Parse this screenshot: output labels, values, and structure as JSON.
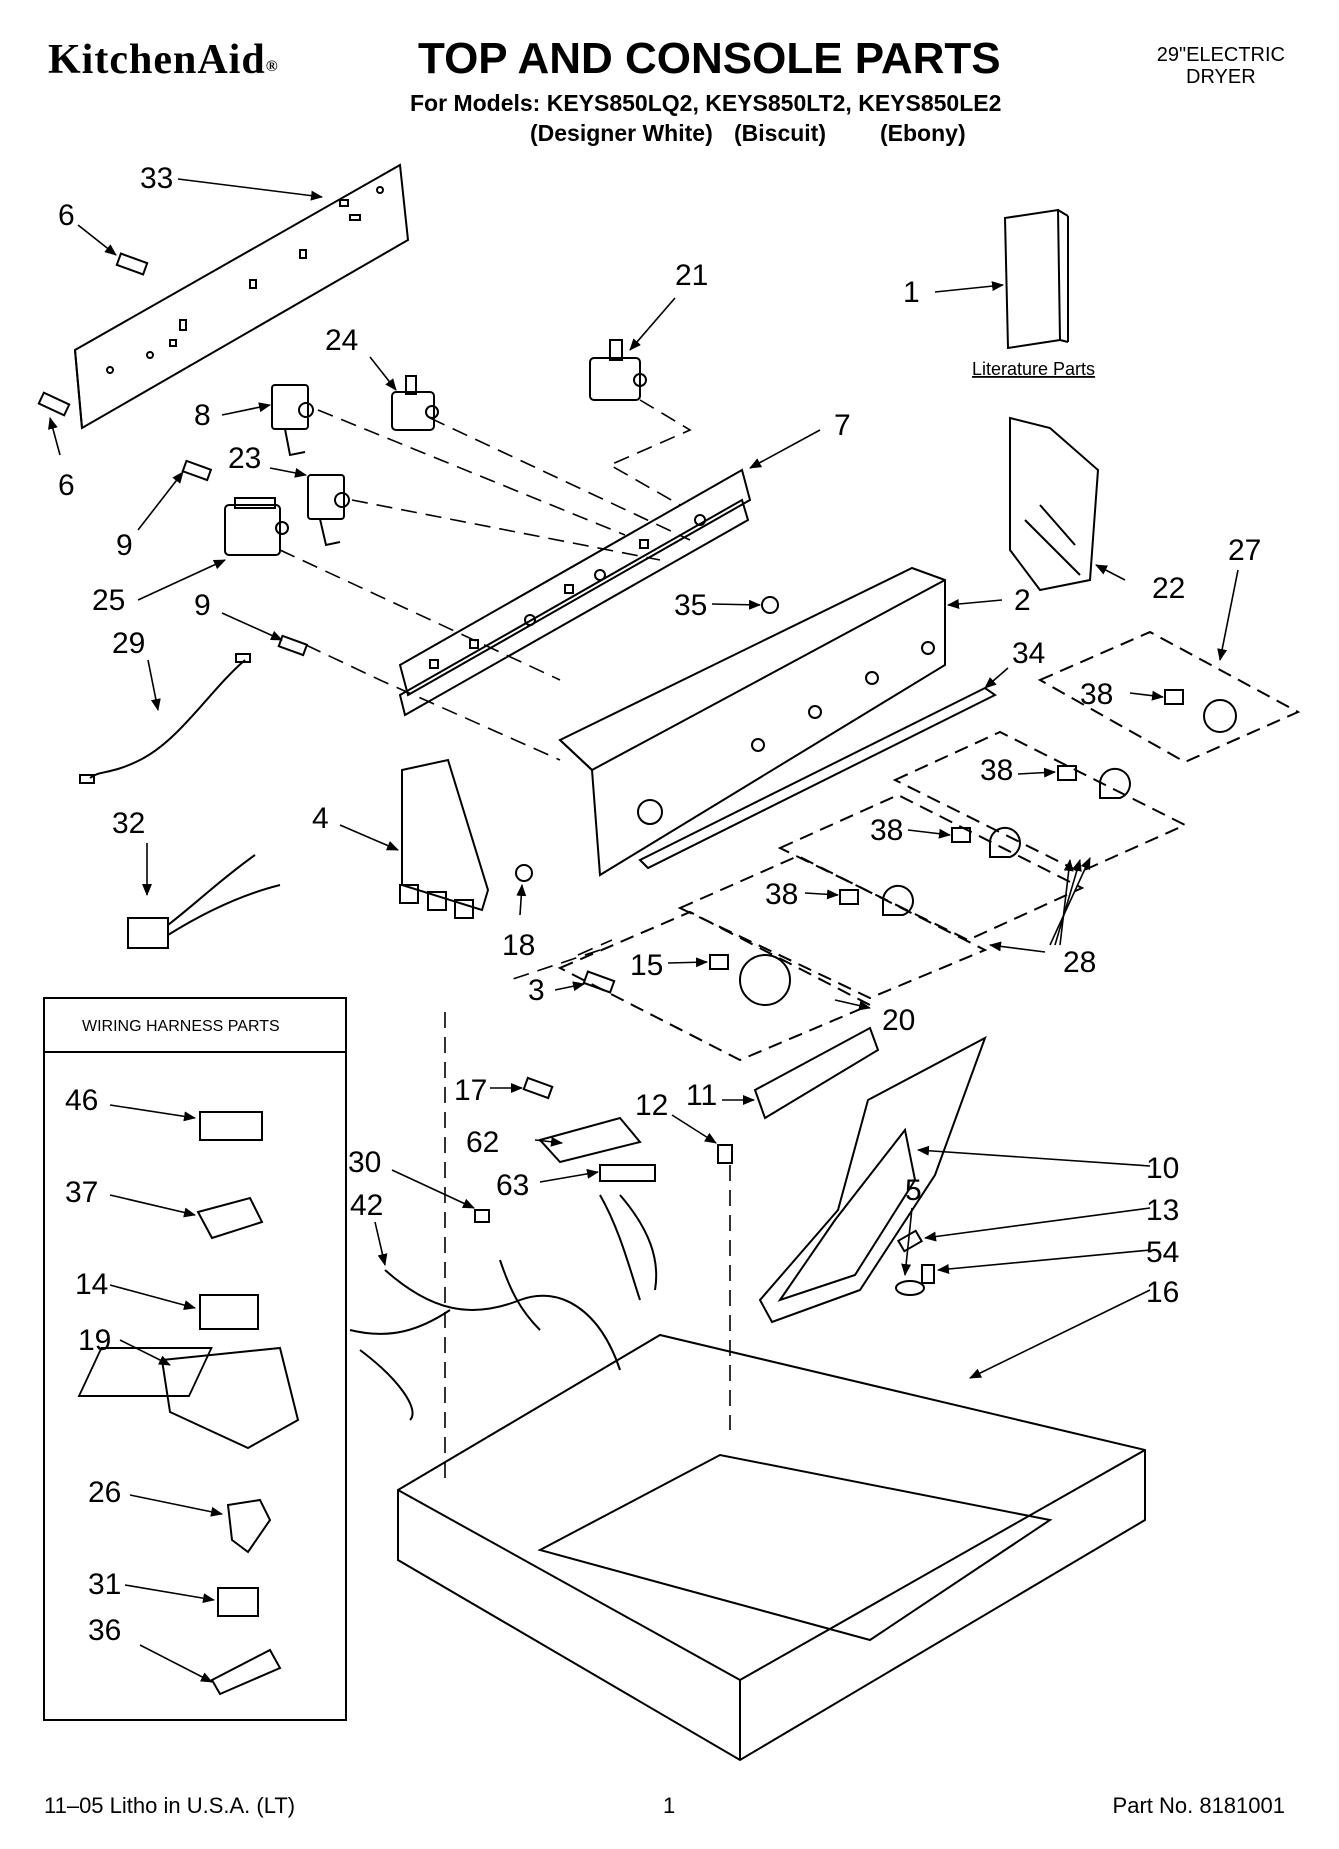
{
  "header": {
    "brand": "KitchenAid",
    "brand_mark": "®",
    "title": "TOP AND CONSOLE PARTS",
    "models_line": "For Models: KEYS850LQ2, KEYS850LT2, KEYS850LE2",
    "colors": [
      "(Designer White)",
      "(Biscuit)",
      "(Ebony)"
    ],
    "product_line1": "29\"ELECTRIC",
    "product_line2": "DRYER"
  },
  "labels": {
    "literature_parts": "Literature Parts",
    "wiring_harness_parts": "WIRING HARNESS PARTS"
  },
  "callouts": {
    "c33": "33",
    "c6a": "6",
    "c6b": "6",
    "c21": "21",
    "c1": "1",
    "c24": "24",
    "c8": "8",
    "c7": "7",
    "c23": "23",
    "c9a": "9",
    "c25": "25",
    "c9b": "9",
    "c35": "35",
    "c2": "2",
    "c22": "22",
    "c27": "27",
    "c29": "29",
    "c34": "34",
    "c38a": "38",
    "c38b": "38",
    "c38c": "38",
    "c38d": "38",
    "c32": "32",
    "c4": "4",
    "c18": "18",
    "c15": "15",
    "c3": "3",
    "c20": "20",
    "c28": "28",
    "c17": "17",
    "c11": "11",
    "c12": "12",
    "c62": "62",
    "c10": "10",
    "c30": "30",
    "c63": "63",
    "c5": "5",
    "c13": "13",
    "c42": "42",
    "c54": "54",
    "c16": "16",
    "c46": "46",
    "c37": "37",
    "c14": "14",
    "c19": "19",
    "c26": "26",
    "c31": "31",
    "c36": "36"
  },
  "footer": {
    "litho": "11–05 Litho in U.S.A. (LT)",
    "page": "1",
    "part_no": "Part No. 8181001"
  }
}
